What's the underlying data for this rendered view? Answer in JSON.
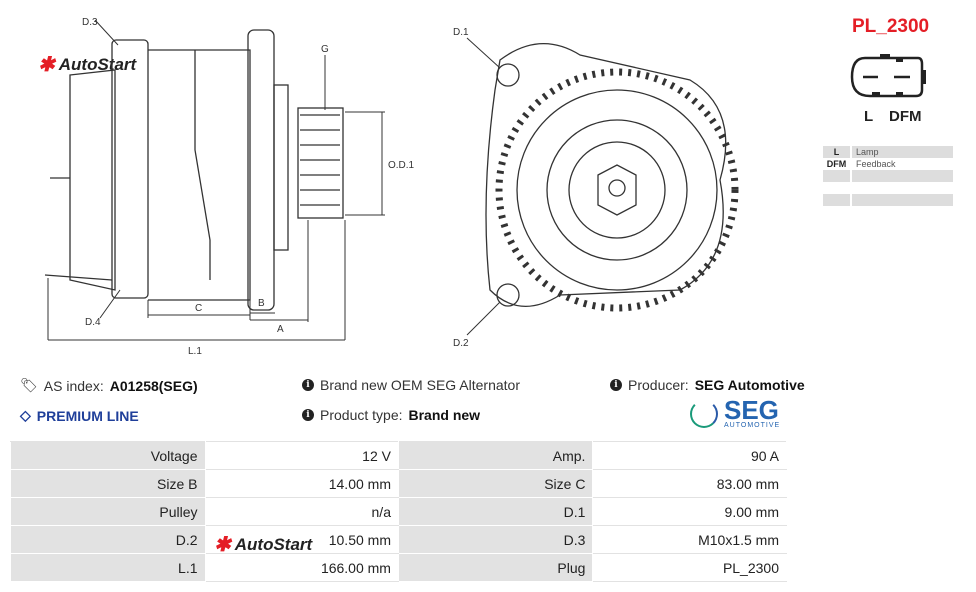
{
  "brand": {
    "logo_text": "AutoStart"
  },
  "drawing_labels": {
    "d3": "D.3",
    "d4": "D.4",
    "g": "G",
    "od1": "O.D.1",
    "c": "C",
    "b": "B",
    "a": "A",
    "l1": "L.1",
    "d1": "D.1",
    "d2": "D.2"
  },
  "plug": {
    "title": "PL_2300",
    "labels": "L DFM",
    "pins": [
      {
        "k": "L",
        "v": "Lamp"
      },
      {
        "k": "DFM",
        "v": "Feedback"
      },
      {
        "k": "",
        "v": ""
      },
      {
        "k": "",
        "v": ""
      },
      {
        "k": "",
        "v": ""
      }
    ]
  },
  "info": {
    "as_index_label": "AS index:",
    "as_index_value": "A01258(SEG)",
    "premium": "PREMIUM LINE",
    "description": "Brand new OEM SEG Alternator",
    "product_type_label": "Product type:",
    "product_type_value": "Brand new",
    "producer_label": "Producer:",
    "producer_value": "SEG Automotive",
    "producer_logo": "SEG",
    "producer_logo_sub": "AUTOMOTIVE"
  },
  "specs": [
    [
      "Voltage",
      "12 V",
      "Amp.",
      "90 A"
    ],
    [
      "Size B",
      "14.00 mm",
      "Size C",
      "83.00 mm"
    ],
    [
      "Pulley",
      "n/a",
      "D.1",
      "9.00 mm"
    ],
    [
      "D.2",
      "10.50 mm",
      "D.3",
      "M10x1.5 mm"
    ],
    [
      "L.1",
      "166.00 mm",
      "Plug",
      "PL_2300"
    ]
  ],
  "colors": {
    "accent": "#e41e26",
    "premium": "#1f3f9a",
    "seg": "#2464b0"
  }
}
